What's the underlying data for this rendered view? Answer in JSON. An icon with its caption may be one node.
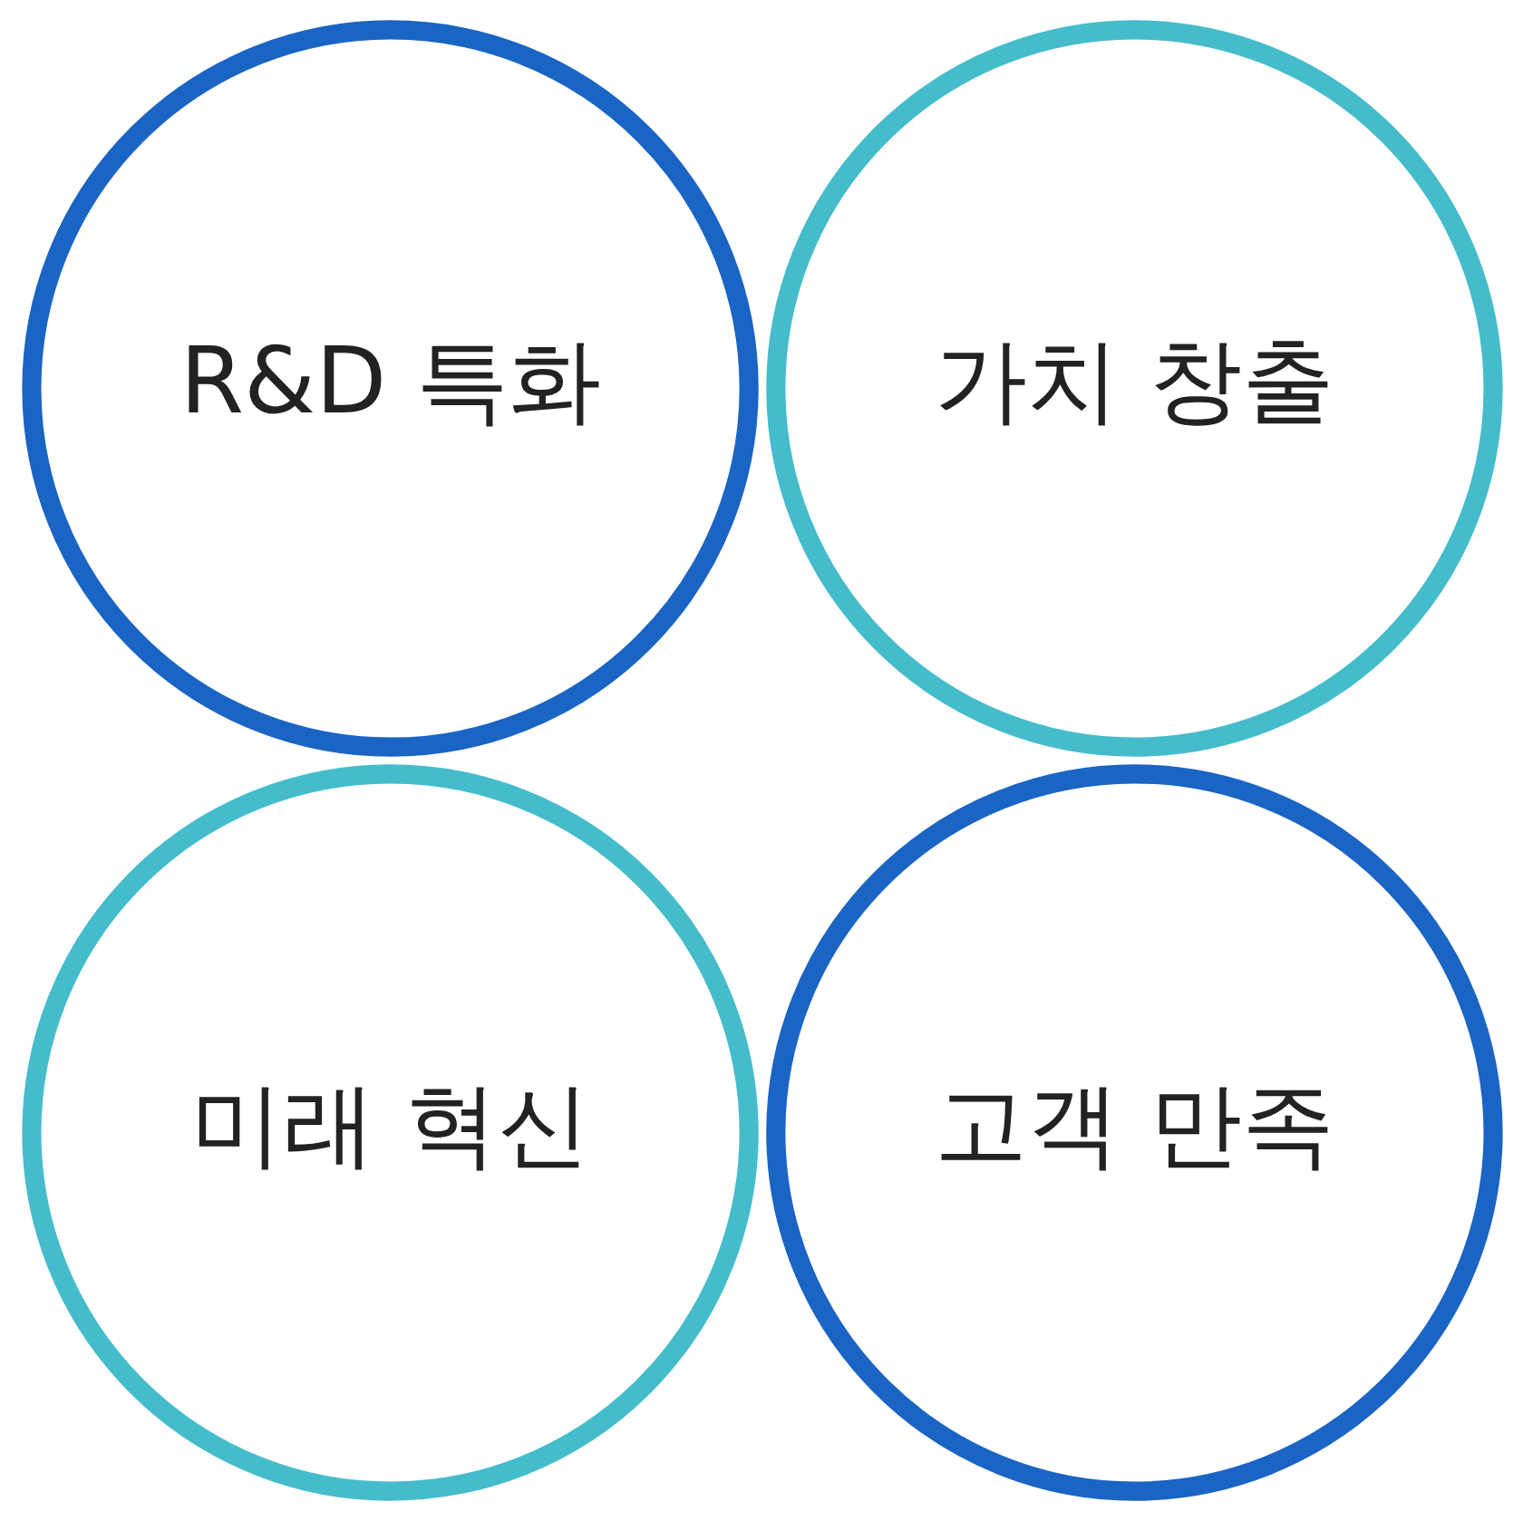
{
  "diagram": {
    "nodes": [
      {
        "text": [
          "R&D 특화"
        ]
      },
      {
        "text": [
          "가치 창출"
        ]
      },
      {
        "text": [
          "미래 혁신"
        ]
      },
      {
        "text": [
          "고객 만족"
        ]
      }
    ]
  }
}
